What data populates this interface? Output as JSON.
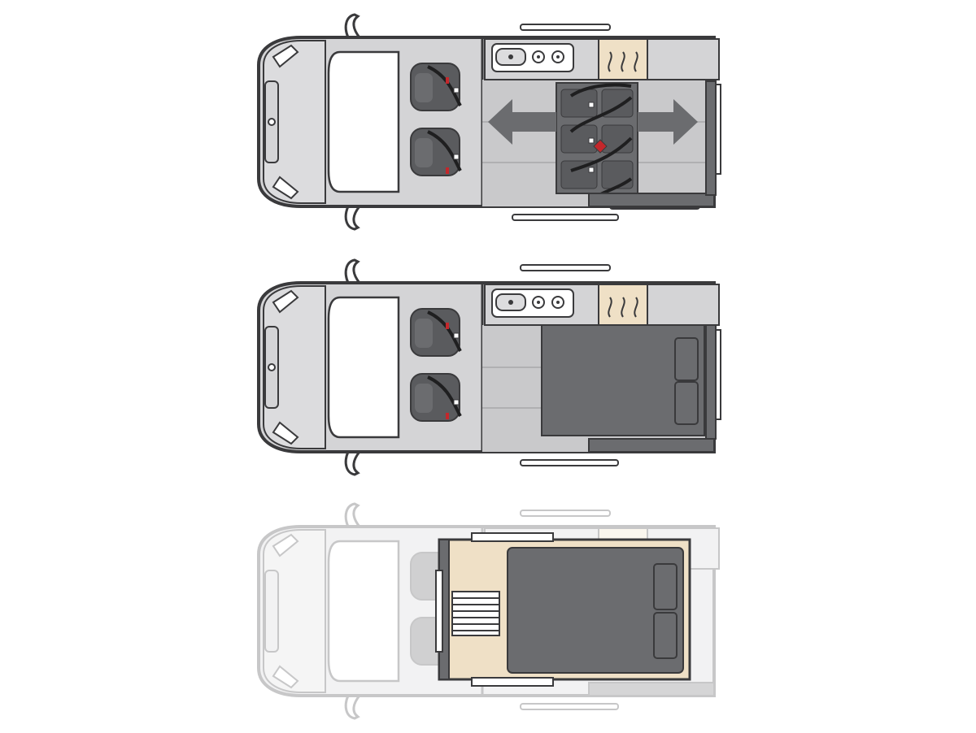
{
  "layouts": [
    {
      "id": "day",
      "label": ""
    },
    {
      "id": "night",
      "label": ""
    },
    {
      "id": "elevating-roof",
      "label": ""
    }
  ],
  "colors": {
    "outline": "#3a3a3c",
    "body": "#d4d4d6",
    "floor": "#c9c9cb",
    "dark": "#6b6c6f",
    "seat": "#5a5b5e",
    "belt": "#1f1f20",
    "accent": "#c3272b",
    "cream": "#efe0c6",
    "white": "#ffffff"
  },
  "icons": [
    "heater-icon",
    "sink-icon",
    "hob-icon",
    "slide-arrow-icon",
    "ladder-icon"
  ]
}
